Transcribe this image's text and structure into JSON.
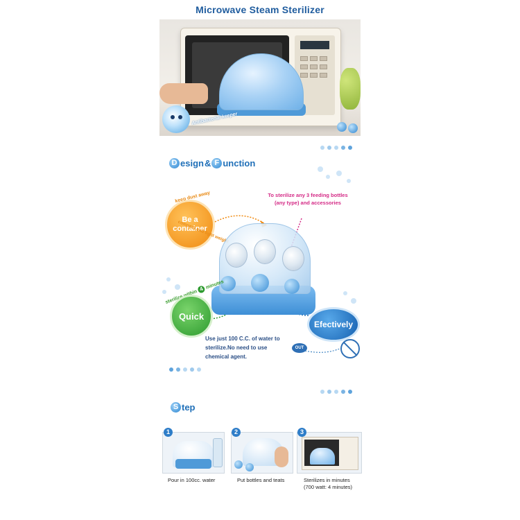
{
  "header": {
    "title": "Microwave Steam Sterilizer"
  },
  "hero": {
    "caption": "Antibacterial keeper"
  },
  "design": {
    "heading_letter1": "D",
    "heading_part1": "esign",
    "heading_amp": "&",
    "heading_letter2": "F",
    "heading_part2": "unction",
    "keep_dust": "keep dust away",
    "container": "Be a container",
    "compact": "compact and light weight",
    "sterilize_any": "To sterilize any 3 feeding bottles (any type) and accessories",
    "sterilize_within": "sterilize within",
    "within_number": "4",
    "minutes": "minutes",
    "quick": "Quick",
    "effectively": "Efectively",
    "note": "Use just 100 C.C. of water to sterilize.No need to use chemical agent.",
    "out_label": "OUT"
  },
  "step": {
    "heading_letter": "S",
    "heading_rest": "tep",
    "items": [
      {
        "num": "1",
        "caption": "Pour in 100cc. water"
      },
      {
        "num": "2",
        "caption": "Put bottles and teats"
      },
      {
        "num": "3",
        "caption": "Sterilizes in minutes (700 watt: 4 minutes)"
      }
    ]
  },
  "colors": {
    "brand_blue": "#1f5c9e",
    "orange": "#f08a10",
    "green": "#2c9a2e",
    "magenta": "#d42a86"
  }
}
